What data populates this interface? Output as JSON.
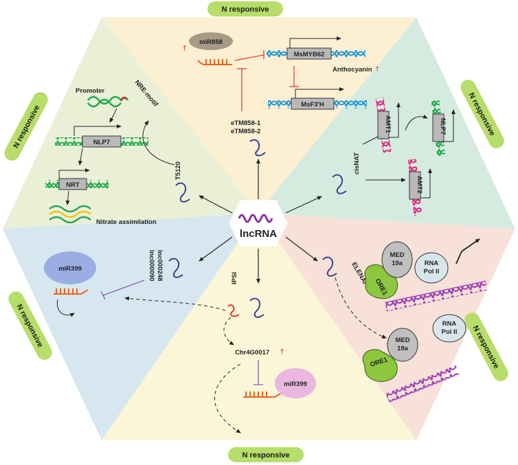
{
  "center": {
    "label": "lncRNA"
  },
  "tags": {
    "top": "N responsive",
    "left": "N responsive",
    "bottom": "N responsive",
    "right_top": "N responsive",
    "left_bottom": "N responsive",
    "right_bottom": "N responsive"
  },
  "top_panel": {
    "mirna": "miR858",
    "gene1": "MsMYB62",
    "gene2": "MsF3'H",
    "anthocyanin": "Anthocyanin",
    "etm1": "eTM858-1",
    "etm2": "eTM858-2"
  },
  "upper_left": {
    "promoter": "Promoter",
    "nre": "NRE-motif",
    "nlp7": "NLP7",
    "nrt": "NRT",
    "t5120": "T5120",
    "nitrate": "Nitrate assimilation"
  },
  "upper_right": {
    "cisnat": "cisNAT",
    "amt1": "AMT1",
    "amt2": "AMT2",
    "nlp7": "NLP7"
  },
  "lower_left": {
    "mirna": "miR399",
    "lnc1": "lnc000248",
    "lnc2": "lnc000090"
  },
  "bottom_panel": {
    "ipsi": "IPSI",
    "chr": "Chr4G0017",
    "mirna": "miR399"
  },
  "lower_right": {
    "elenai": "ELENAI",
    "med_a": "MED",
    "med_b": "19a",
    "rna_a": "RNA",
    "rna_b": "Pol II",
    "ore1": "ORE1",
    "med2_a": "MED",
    "med2_b": "19a",
    "rna2_a": "RNA",
    "rna2_b": "Pol II",
    "ore1b": "ORE1"
  },
  "colors": {
    "top": "#fdefd2",
    "upper_left": "#e9f0d6",
    "upper_right": "#d6ebe0",
    "lower_left": "#d6e7ef",
    "bottom": "#fbf6d8",
    "lower_right": "#f7e1d8",
    "tag_fill": "#b7dd6a",
    "red": "#e53935",
    "purple": "#8a2fa0"
  }
}
